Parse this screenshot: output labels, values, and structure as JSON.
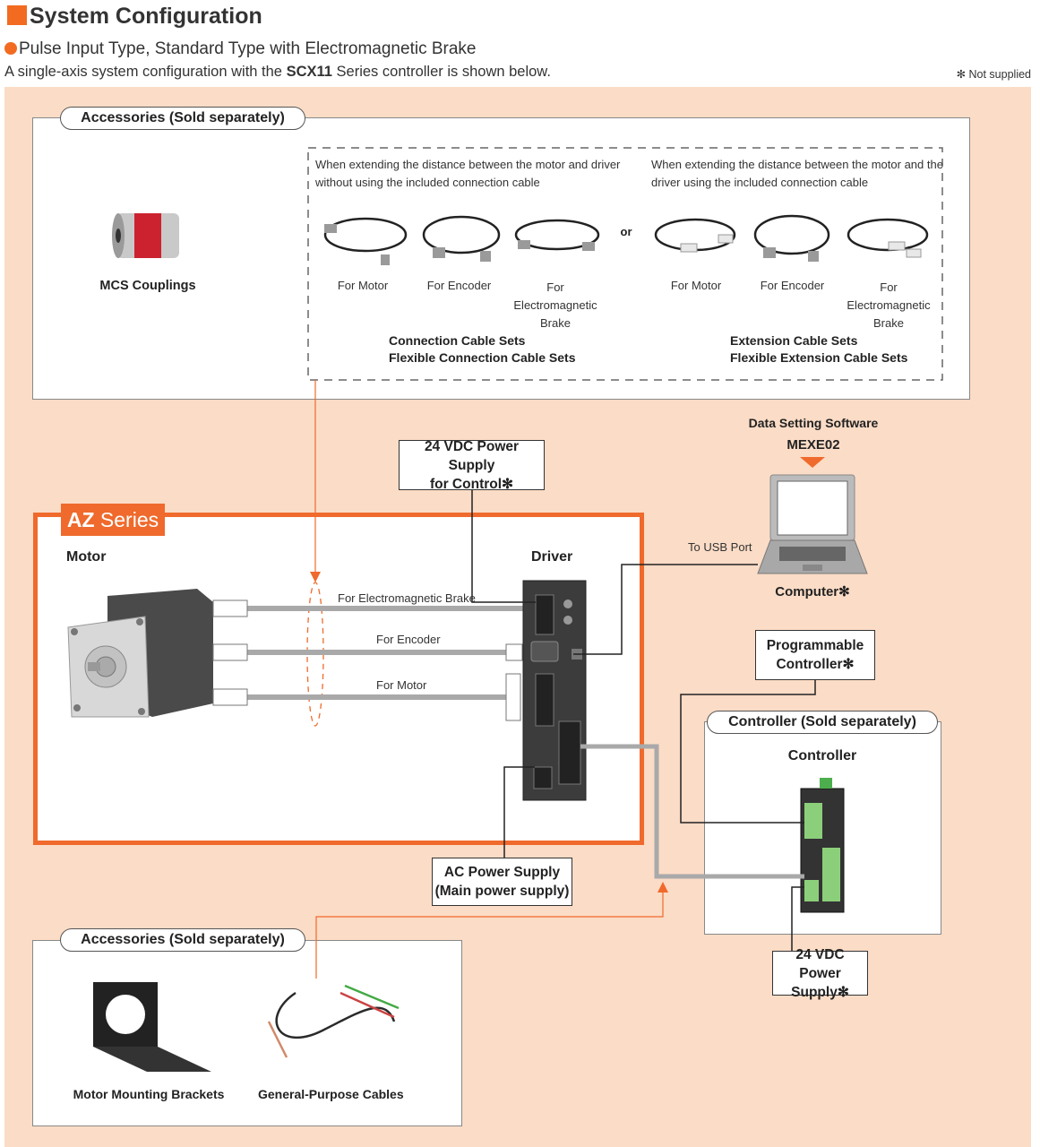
{
  "header": {
    "title": "System Configuration",
    "subtitle": "Pulse Input Type, Standard Type with Electromagnetic Brake",
    "intro_pre": "A single-axis system configuration with the ",
    "intro_bold": "SCX11",
    "intro_post": " Series controller is shown below.",
    "note": "✻ Not supplied"
  },
  "accessories_top": {
    "title": "Accessories (Sold separately)",
    "coupling_bold": "MCS",
    "coupling_rest": " Couplings",
    "left_group": {
      "caption_line1": "When extending the distance between the motor and driver",
      "caption_line2": "without using the included connection cable",
      "items": [
        "For Motor",
        "For Encoder",
        "For\nElectromagnetic\nBrake"
      ],
      "set_line1": "Connection Cable Sets",
      "set_line2": "Flexible Connection Cable Sets"
    },
    "or": "or",
    "right_group": {
      "caption_line1": "When extending the distance between the motor and the",
      "caption_line2": "driver using the included connection cable",
      "items": [
        "For Motor",
        "For Encoder",
        "For\nElectromagnetic\nBrake"
      ],
      "set_line1": "Extension Cable Sets",
      "set_line2": "Flexible Extension Cable Sets"
    }
  },
  "software": {
    "label": "Data Setting Software",
    "name": "MEXE02",
    "usb": "To USB Port",
    "computer": "Computer✻"
  },
  "power_control": {
    "line1": "24 VDC Power Supply",
    "line2": "for Control✻"
  },
  "az": {
    "series_bold": "AZ",
    "series_rest": " Series",
    "motor": "Motor",
    "driver": "Driver",
    "cable_brake": "For Electromagnetic Brake",
    "cable_encoder": "For Encoder",
    "cable_motor": "For Motor"
  },
  "plc": {
    "line1": "Programmable",
    "line2": "Controller✻"
  },
  "controller_box": {
    "title": "Controller (Sold separately)",
    "label": "Controller"
  },
  "ac_power": {
    "line1": "AC Power Supply",
    "line2": "(Main power supply)"
  },
  "power_24": {
    "line1": "24 VDC Power",
    "line2": "Supply✻"
  },
  "accessories_bottom": {
    "title": "Accessories (Sold separately)",
    "brackets": "Motor Mounting Brackets",
    "cables": "General-Purpose Cables"
  }
}
